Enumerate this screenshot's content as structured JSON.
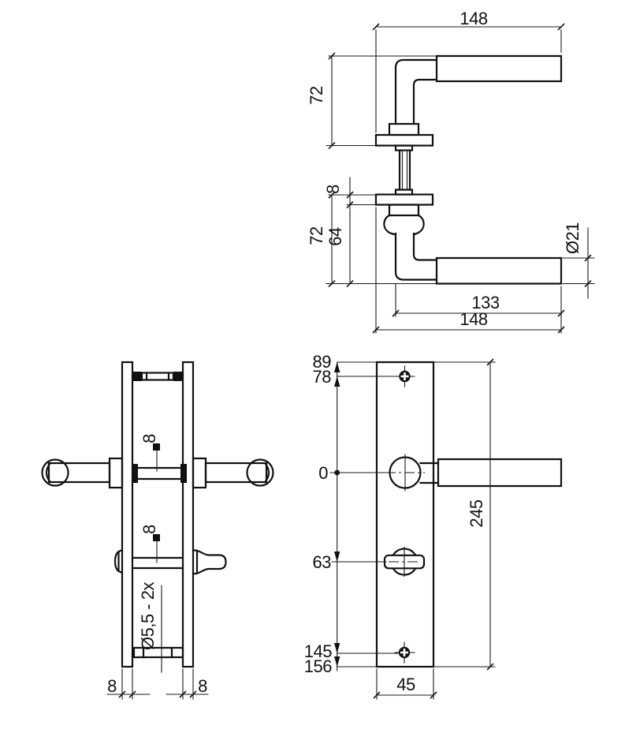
{
  "figures": {
    "top_view": {
      "length_top": "148",
      "projection_upper": "72",
      "plate_thickness": "8",
      "projection_lower": "72",
      "projection_inner": "64",
      "grip_diameter": "Ø21",
      "grip_length": "133",
      "length_bottom": "148"
    },
    "side_view": {
      "spindle_upper": "8",
      "spindle_lower": "8",
      "screw_note": "Ø5,5 - 2x",
      "plate_left": "8",
      "plate_right": "8"
    },
    "front_view": {
      "plate_top": "89",
      "screw_top": "78",
      "axis": "0",
      "turn": "63",
      "screw_bottom": "145",
      "plate_bottom": "156",
      "plate_height": "245",
      "plate_width": "45"
    }
  }
}
